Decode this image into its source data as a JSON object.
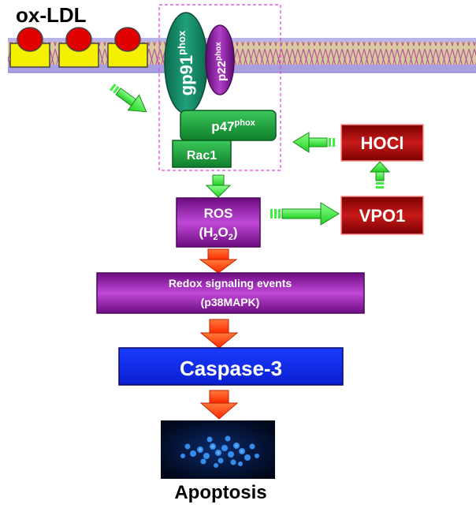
{
  "ligand": {
    "label": "ox-LDL"
  },
  "nox_complex": {
    "gp91": {
      "base": "gp91",
      "sup": "phox"
    },
    "p22": {
      "base": "p22",
      "sup": "phox"
    },
    "p47": {
      "base": "p47",
      "sup": "phox"
    },
    "rac1": {
      "label": "Rac1"
    }
  },
  "ros": {
    "line1": "ROS",
    "line2_open": "(H",
    "sub1": "2",
    "mid": "O",
    "sub2": "2",
    "line2_close": ")"
  },
  "vpo1": {
    "label": "VPO1"
  },
  "hocl": {
    "label": "HOCl"
  },
  "redox": {
    "line1": "Redox signaling events",
    "line2": "(p38MAPK)"
  },
  "caspase": {
    "label": "Caspase-3"
  },
  "outcome": {
    "label": "Apoptosis"
  },
  "colors": {
    "green": "#1e9a3c",
    "dark_teal": "#0e7a5c",
    "purple": "#7a1a8a",
    "dark_red": "#a30e0e",
    "blue": "#1030e8",
    "arrow_green": "#3ef03e",
    "arrow_red": "#ff3a00",
    "ldl_red": "#e00000",
    "receptor_yellow": "#f5f000"
  }
}
